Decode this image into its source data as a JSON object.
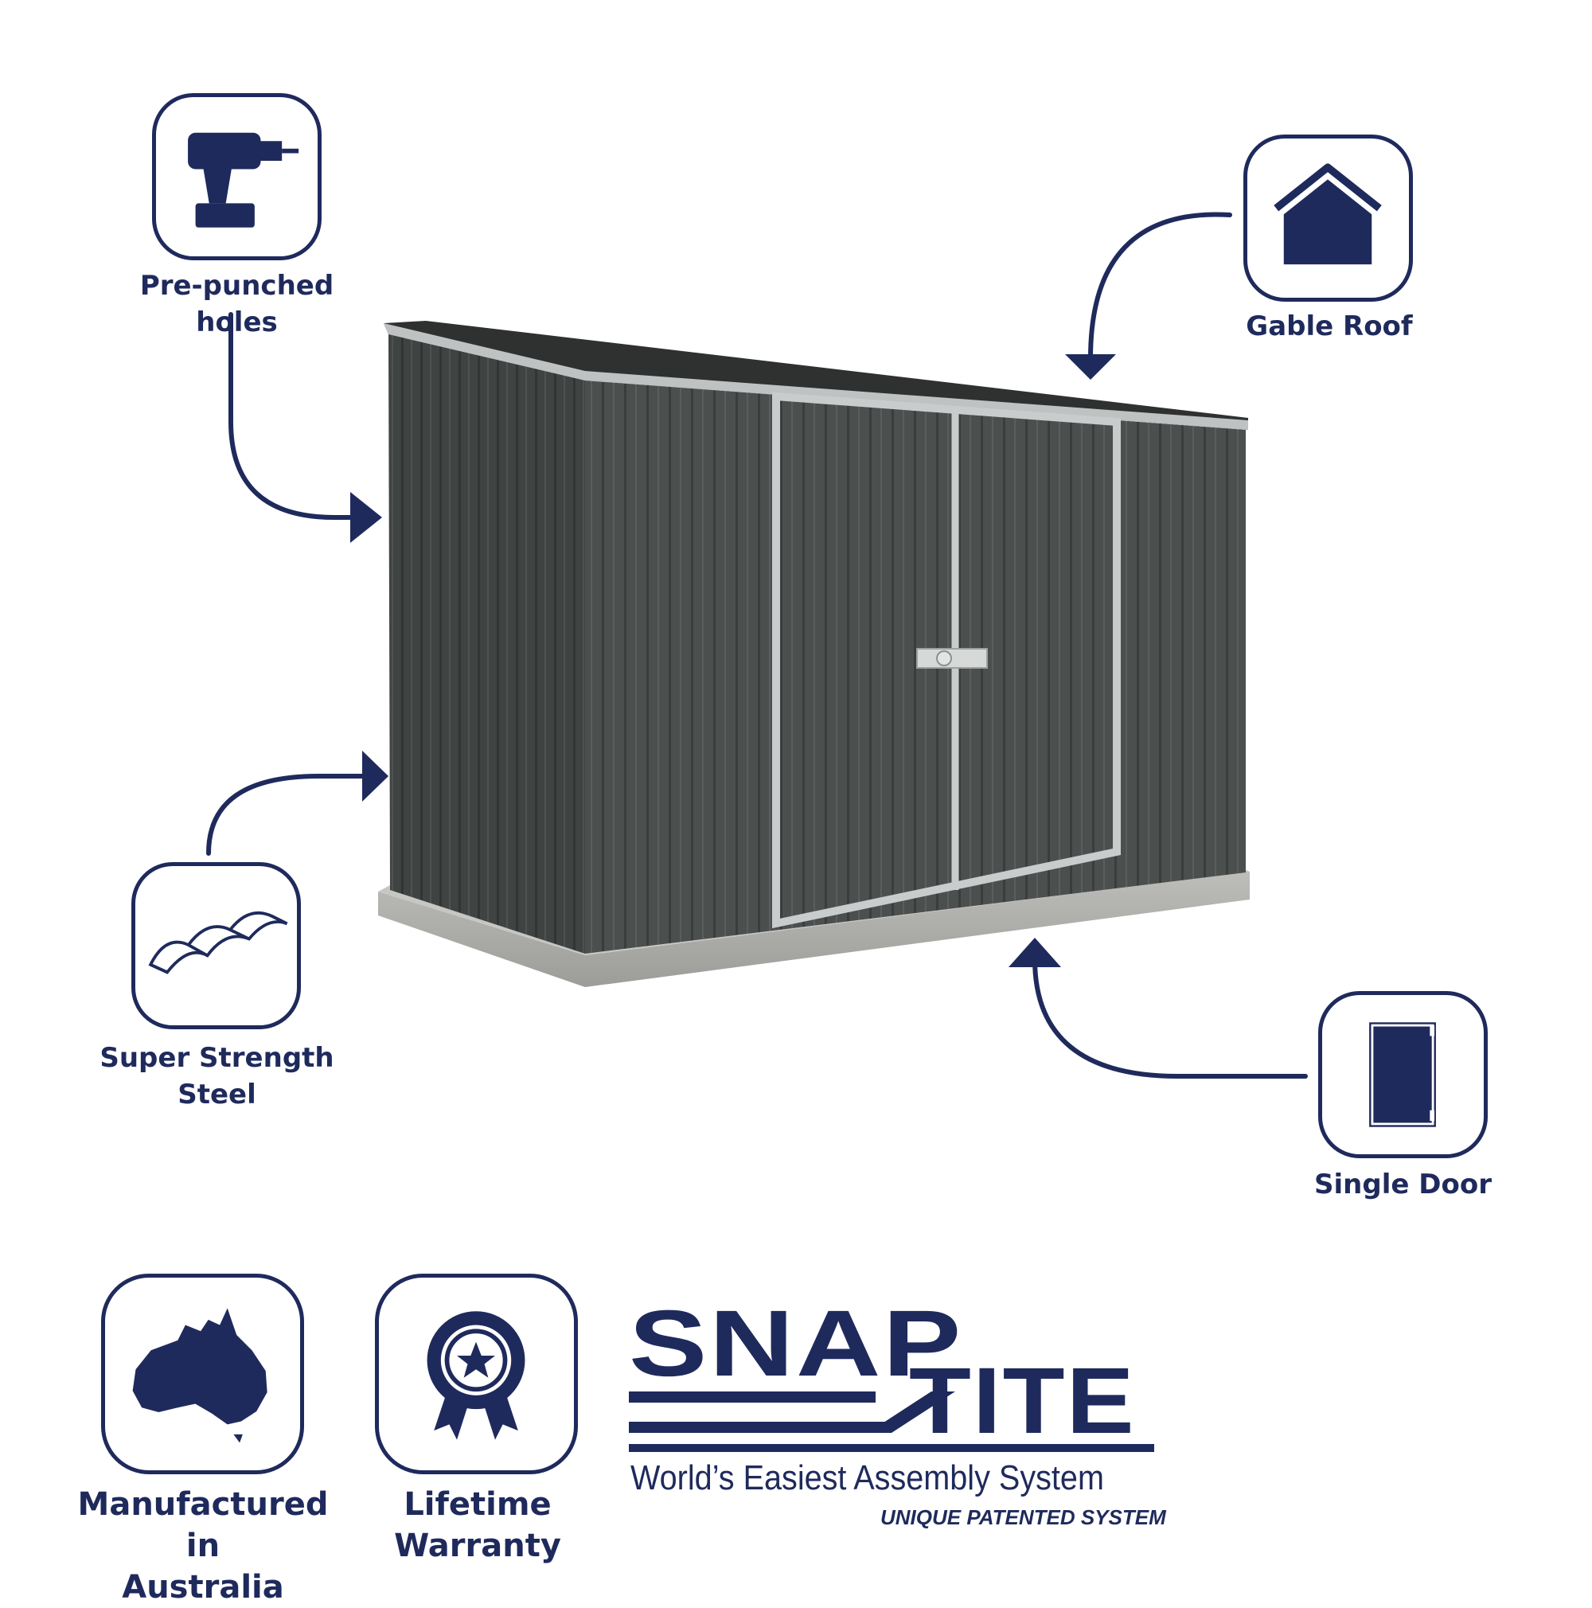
{
  "colors": {
    "navy": "#1f2a5c",
    "shed_body": "#4a4e4d",
    "shed_trim": "#c9cccc",
    "concrete": "#a9a9a6"
  },
  "features": {
    "holes": {
      "icon": "drill-icon",
      "label": "Pre-punched holes"
    },
    "roof": {
      "icon": "house-icon",
      "label": "Gable Roof"
    },
    "steel": {
      "icon": "corrugated-sheet-icon",
      "label_line1": "Super Strength",
      "label_line2": "Steel"
    },
    "door": {
      "icon": "door-icon",
      "label": "Single Door"
    }
  },
  "badges": {
    "australia": {
      "icon": "australia-map-icon",
      "label_line1": "Manufactured in",
      "label_line2": "Australia"
    },
    "warranty": {
      "icon": "award-ribbon-icon",
      "label_line1": "Lifetime",
      "label_line2": "Warranty"
    }
  },
  "logo": {
    "word1": "SNAP",
    "word2": "TITE",
    "tagline": "World’s Easiest Assembly System",
    "subtagline": "UNIQUE PATENTED SYSTEM"
  },
  "product": {
    "image": "garden-shed-image"
  }
}
